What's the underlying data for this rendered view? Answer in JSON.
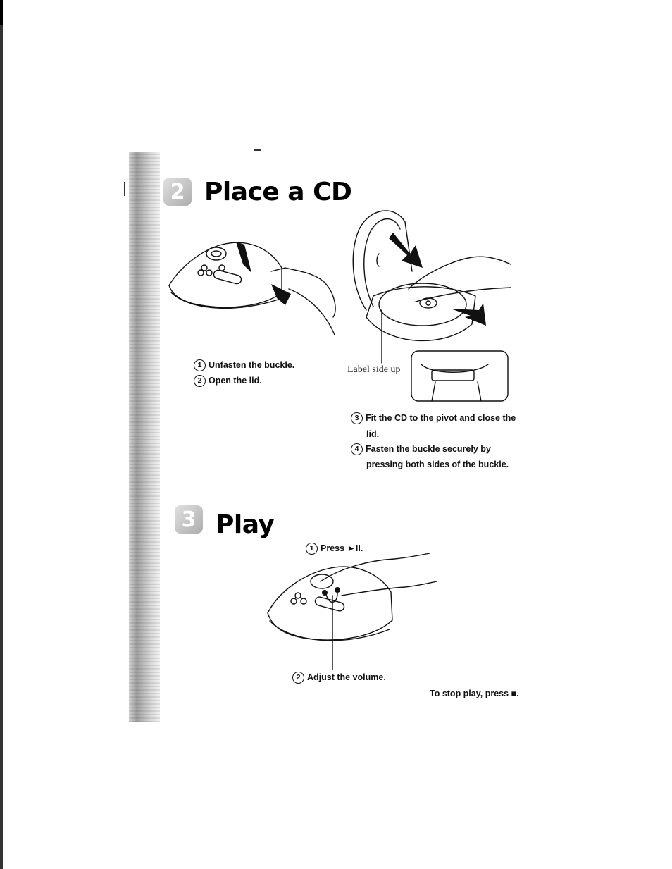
{
  "section_place": {
    "step_number": "2",
    "title": "Place a CD",
    "instructions_left": [
      {
        "num": "1",
        "text": "Unfasten the buckle."
      },
      {
        "num": "2",
        "text": "Open the lid."
      }
    ],
    "label_callout": "Label side up",
    "instructions_right": [
      {
        "num": "3",
        "line1": "Fit the CD to the pivot and close the",
        "line2": "lid."
      },
      {
        "num": "4",
        "line1": "Fasten the buckle securely by",
        "line2": "pressing both sides of the buckle."
      }
    ]
  },
  "section_play": {
    "step_number": "3",
    "title": "Play",
    "step1": {
      "num": "1",
      "text": "Press ►II."
    },
    "step2": {
      "num": "2",
      "text": "Adjust the volume."
    },
    "stop_note": "To stop play, press ■."
  },
  "icons": [
    "play-pause-icon",
    "stop-icon",
    "arrow-icon"
  ]
}
